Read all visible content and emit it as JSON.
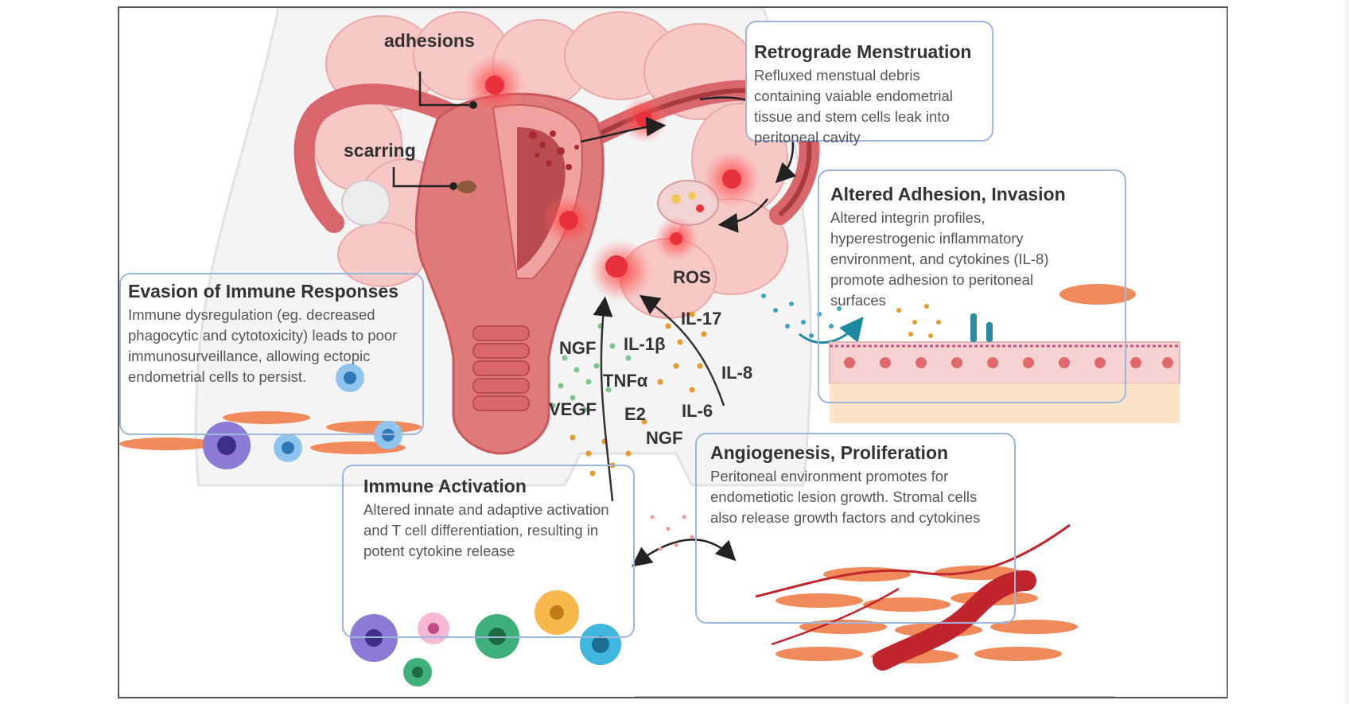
{
  "labels": {
    "adhesions": "adhesions",
    "scarring": "scarring",
    "cytokines": {
      "ros": "ROS",
      "il17": "IL-17",
      "il1b": "IL-1β",
      "ngf_left": "NGF",
      "il8": "IL-8",
      "tnfa": "TNFα",
      "vegf": "VEGF",
      "e2": "E2",
      "il6": "IL-6",
      "ngf_bottom": "NGF"
    }
  },
  "boxes": {
    "retrograde": {
      "title": "Retrograde Menstruation",
      "body": "Refluxed menstual debris containing vaiable endometrial tissue and stem cells leak into peritoneal cavity"
    },
    "adhesion": {
      "title": "Altered Adhesion, Invasion",
      "body": "Altered integrin profiles, hyperestrogenic inflammatory environment, and cytokines (IL-8) promote adhesion to peritoneal surfaces"
    },
    "evasion": {
      "title": "Evasion of Immune Responses",
      "body": "Immune dysregulation (eg. decreased phagocytic and cytotoxicity) leads to poor immunosurveillance, allowing ectopic endometrial cells to persist."
    },
    "immune_activation": {
      "title": "Immune Activation",
      "body": "Altered innate and adaptive activation and T cell differentiation, resulting in potent cytokine release"
    },
    "angiogenesis": {
      "title": "Angiogenesis, Proliferation",
      "body": "Peritoneal environment promotes for endometiotic lesion growth. Stromal cells also release growth factors and cytokines"
    }
  },
  "colors": {
    "box_border": "#9fb6dc",
    "lesion_red": "#e8313a",
    "uterus": "#e07a7a",
    "intestine": "#f6c8c6",
    "stromal_cell": "#f08a5a",
    "cytokine_orange": "#e89a2a",
    "growth_factor_green": "#7cc58d",
    "chemokine_teal": "#3aa6c4"
  }
}
